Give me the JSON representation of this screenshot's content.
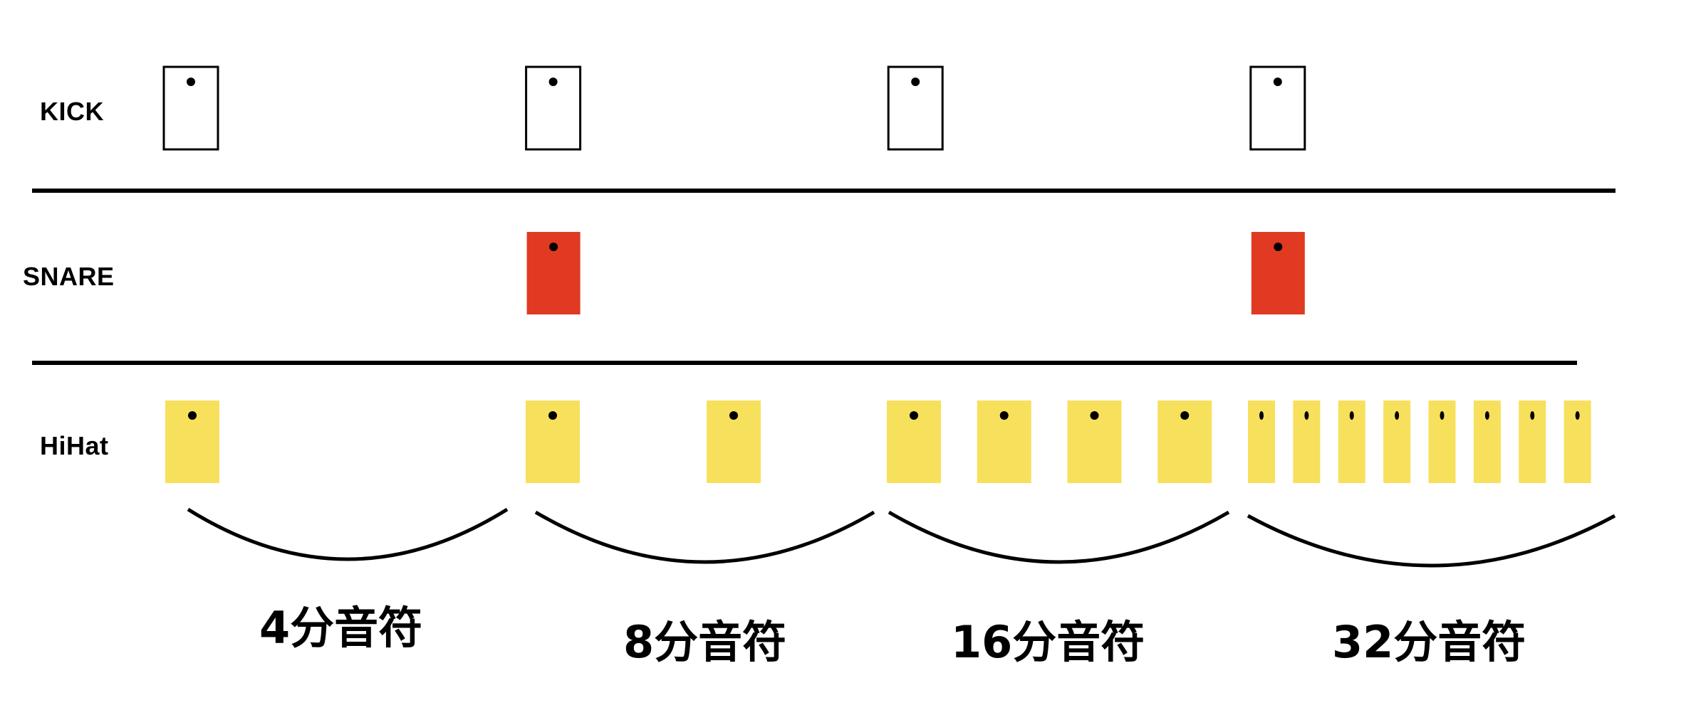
{
  "rows": {
    "kick": {
      "label": "KICK",
      "fill": "#ffffff",
      "stroke": "#000000",
      "hits": [
        1,
        3,
        5,
        7
      ]
    },
    "snare": {
      "label": "SNARE",
      "fill": "#e03a22",
      "hits": [
        3,
        7
      ]
    },
    "hihat": {
      "label": "HiHat",
      "fill": "#f7e05c"
    }
  },
  "groups": [
    {
      "label": "4分音符",
      "subdivision": 1
    },
    {
      "label": "8分音符",
      "subdivision": 2
    },
    {
      "label": "16分音符",
      "subdivision": 4
    },
    {
      "label": "32分音符",
      "subdivision": 8
    }
  ],
  "colors": {
    "line": "#000000",
    "dot": "#000000"
  }
}
